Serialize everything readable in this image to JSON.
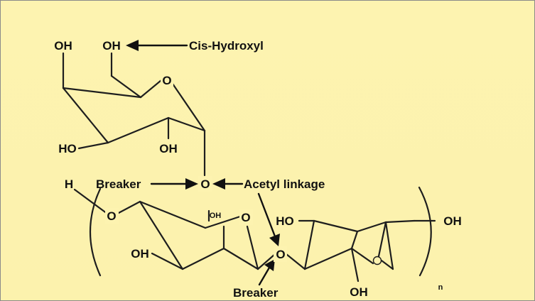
{
  "colors": {
    "background": "#fdf3b0",
    "ink": "#111111",
    "bond": "#1e1e1e",
    "border": "#8a8a8a"
  },
  "annotations": {
    "cis_hydroxyl": "Cis-Hydroxyl",
    "breaker_top": "Breaker",
    "acetyl_linkage": "Acetyl linkage",
    "breaker_bottom": "Breaker"
  },
  "atoms": {
    "top_oh_left": "OH",
    "top_oh_cis": "OH",
    "ring1_oxygen": "O",
    "top_ho_left": "HO",
    "top_oh_mid": "OH",
    "link_oxygen_top": "O",
    "chain_h": "H",
    "chain_oxygen_left": "O",
    "ring2_oh_small": "OH",
    "ring2_oxygen": "O",
    "ring2_oh_bottom": "OH",
    "ring3_ho": "HO",
    "link_oxygen_bottom": "O",
    "ring3_oh_bottom": "OH",
    "end_oh": "OH",
    "repeat_subscript": "n"
  }
}
